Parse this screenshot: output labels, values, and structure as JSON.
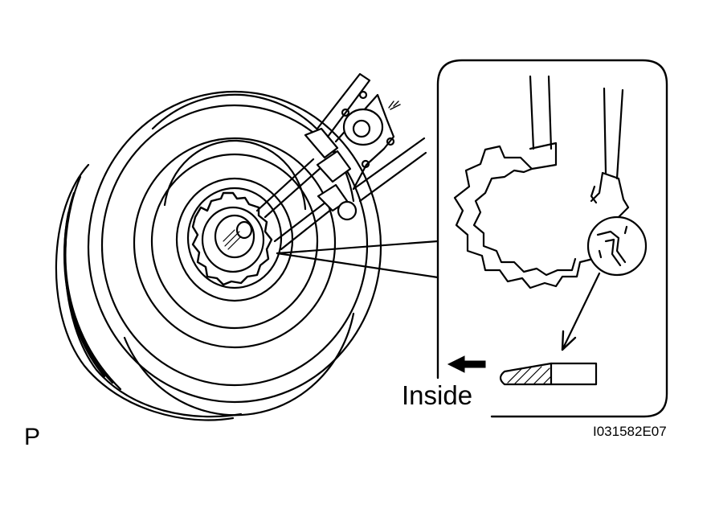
{
  "figure": {
    "callout_label": "Inside",
    "view_label": "P",
    "figure_code": "I031582E07"
  },
  "colors": {
    "ink": "#000000",
    "paper": "#ffffff"
  },
  "icons": {
    "direction_arrow": "arrow-left-icon"
  }
}
